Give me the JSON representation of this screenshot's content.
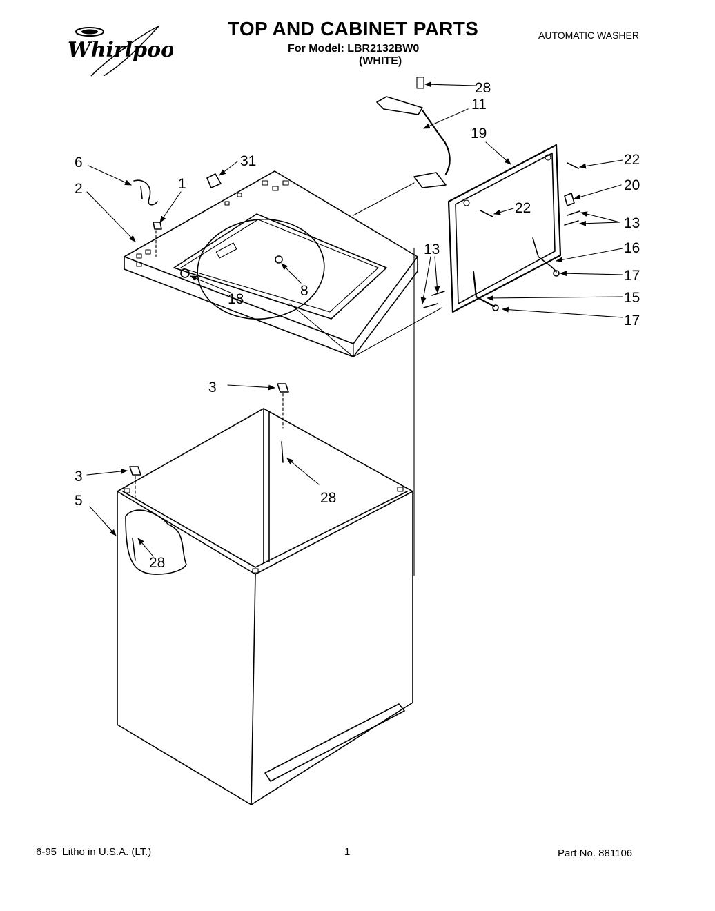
{
  "header": {
    "brand": "Whirlpool",
    "title": "TOP AND CABINET PARTS",
    "model_line": "For Model: LBR2132BW0",
    "color": "(WHITE)",
    "appliance": "AUTOMATIC WASHER"
  },
  "callouts": {
    "c28_top": "28",
    "c11": "11",
    "c19": "19",
    "c22_right": "22",
    "c20": "20",
    "c22_inner": "22",
    "c13_right": "13",
    "c16": "16",
    "c17_upper": "17",
    "c15": "15",
    "c17_lower": "17",
    "c13_left": "13",
    "c6": "6",
    "c31": "31",
    "c2": "2",
    "c1": "1",
    "c18": "18",
    "c8": "8",
    "c3_upper": "3",
    "c28_mid": "28",
    "c3_lower": "3",
    "c5": "5",
    "c28_cabinet": "28"
  },
  "footer": {
    "litho": "6-95  Litho in U.S.A. (LT.)",
    "page": "1",
    "part_no": "Part No. 881106"
  },
  "icons": {
    "brand_mark": "whirlpool-logo"
  }
}
